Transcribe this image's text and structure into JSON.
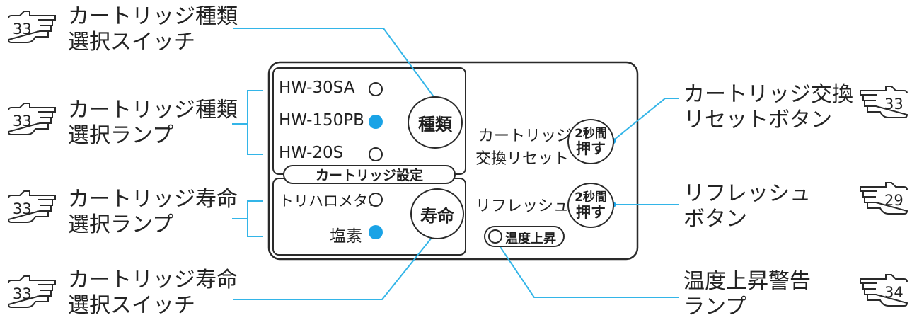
{
  "colors": {
    "accent_blue": "#1aa3e6",
    "leader_line": "#33b5e8",
    "outline": "#2a2a2a"
  },
  "callouts": {
    "cartridge_type_switch": {
      "line1": "カートリッジ種類",
      "line2": "選択スイッチ",
      "ref": "33"
    },
    "cartridge_type_lamp": {
      "line1": "カートリッジ種類",
      "line2": "選択ランプ",
      "ref": "33"
    },
    "cartridge_life_lamp": {
      "line1": "カートリッジ寿命",
      "line2": "選択ランプ",
      "ref": "33"
    },
    "cartridge_life_switch": {
      "line1": "カートリッジ寿命",
      "line2": "選択スイッチ",
      "ref": "33"
    },
    "cartridge_reset_button": {
      "line1": "カートリッジ交換",
      "line2": "リセットボタン",
      "ref": "33"
    },
    "refresh_button": {
      "line1": "リフレッシュ",
      "line2": "ボタン",
      "ref": "29"
    },
    "temp_rise_lamp": {
      "line1": "温度上昇警告",
      "line2": "ランプ",
      "ref": "34"
    }
  },
  "panel": {
    "models": [
      {
        "label": "HW-30SA",
        "lamp": "off"
      },
      {
        "label": "HW-150PB",
        "lamp": "on"
      },
      {
        "label": "HW-20S",
        "lamp": "off"
      }
    ],
    "type_button": "種類",
    "group_title": "カートリッジ設定",
    "life_options": [
      {
        "label": "トリハロメタン",
        "lamp": "off"
      },
      {
        "label": "塩素",
        "lamp": "on"
      }
    ],
    "life_button": "寿命",
    "reset_label_line1": "カートリッジ",
    "reset_label_line2": "交換リセット",
    "press_top": "2秒間",
    "press_bottom": "押す",
    "refresh_label": "リフレッシュ",
    "temp_lamp_label": "温度上昇"
  }
}
